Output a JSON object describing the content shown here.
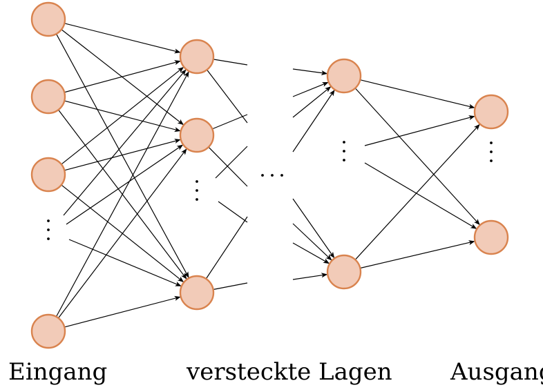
{
  "labels": {
    "input": "Eingang",
    "hidden": "versteckte Lagen",
    "output": "Ausgang"
  },
  "colors": {
    "node_fill": "#f2cbb8",
    "node_stroke": "#d9834e",
    "edge": "#000000"
  }
}
